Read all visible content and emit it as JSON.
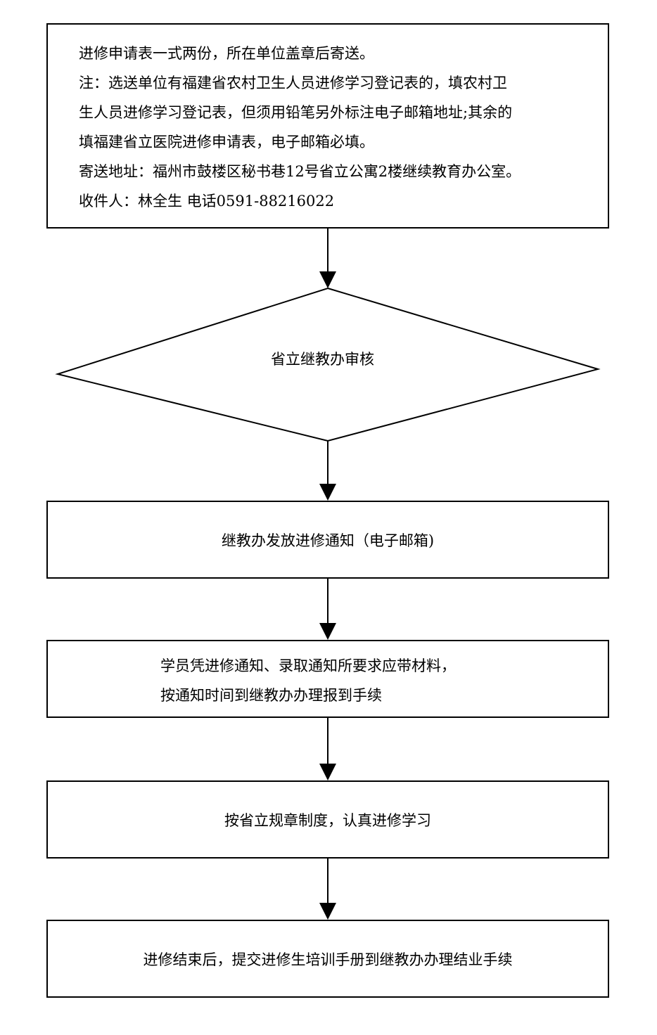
{
  "flowchart": {
    "step1": {
      "lines": [
        "进修申请表一式两份，所在单位盖章后寄送。",
        "注：选送单位有福建省农村卫生人员进修学习登记表的，填农村卫",
        "生人员进修学习登记表，但须用铅笔另外标注电子邮箱地址;其余的",
        "填福建省立医院进修申请表，电子邮箱必填。",
        "寄送地址：福州市鼓楼区秘书巷12号省立公寓2楼继续教育办公室。",
        "收件人：林全生 电话0591-88216022"
      ]
    },
    "decision": {
      "label": "省立继教办审核"
    },
    "step2": {
      "label": "继教办发放进修通知（电子邮箱)"
    },
    "step3": {
      "lines": [
        "学员凭进修通知、录取通知所要求应带材料，",
        "按通知时间到继教办办理报到手续"
      ]
    },
    "step4": {
      "label": "按省立规章制度，认真进修学习"
    },
    "step5": {
      "label": "进修结束后，提交进修生培训手册到继教办办理结业手续"
    }
  }
}
